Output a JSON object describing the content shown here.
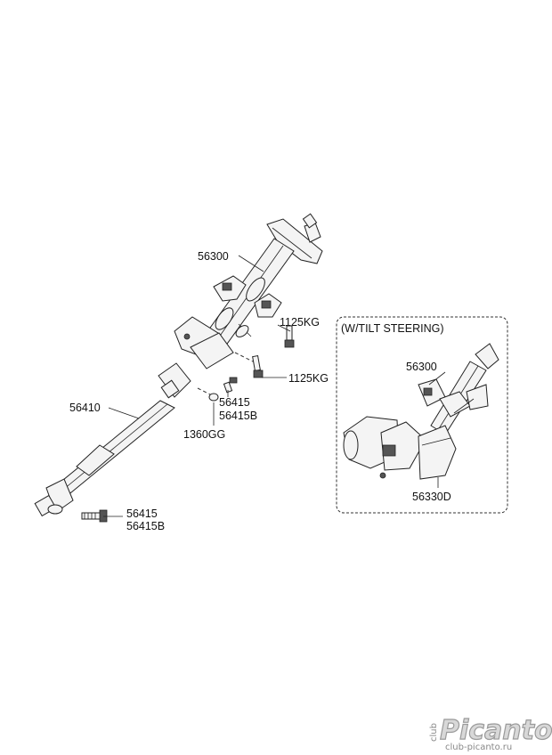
{
  "labels": {
    "column_main": "56300",
    "bolt_upper": "1125KG",
    "bolt_lower": "1125KG",
    "shaft": "56410",
    "bolt_joint_upper": "56415",
    "bolt_joint_upper_b": "56415B",
    "washer": "1360GG",
    "bolt_joint_lower": "56415",
    "bolt_joint_lower_b": "56415B"
  },
  "inset": {
    "title": "(W/TILT STEERING)",
    "column": "56300",
    "motor": "56330D"
  },
  "watermark": {
    "brand": "Picanto",
    "prefix": "club",
    "url": "club-picanto.ru"
  }
}
